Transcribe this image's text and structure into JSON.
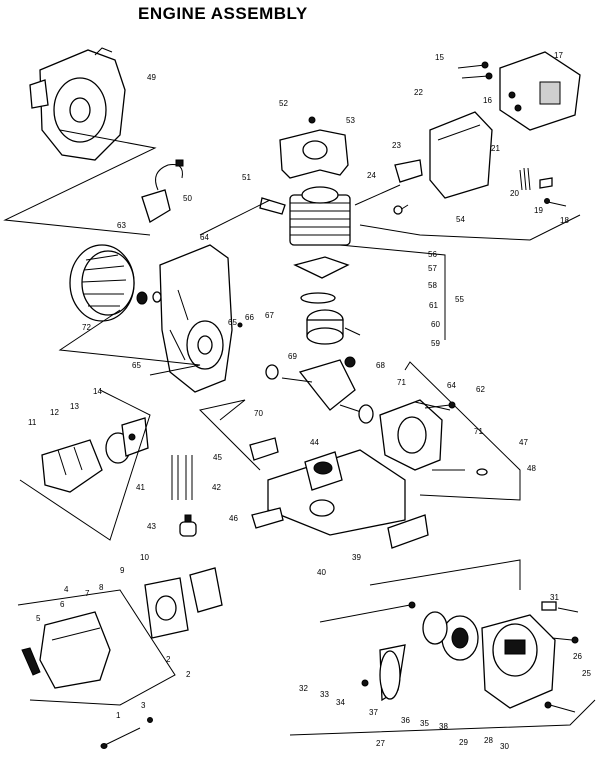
{
  "title": "ENGINE ASSEMBLY",
  "callouts": [
    "1",
    "2",
    "2",
    "3",
    "4",
    "5",
    "6",
    "7",
    "8",
    "9",
    "10",
    "11",
    "12",
    "13",
    "14",
    "15",
    "16",
    "17",
    "18",
    "19",
    "20",
    "21",
    "22",
    "23",
    "24",
    "25",
    "26",
    "27",
    "28",
    "29",
    "30",
    "31",
    "32",
    "33",
    "34",
    "35",
    "36",
    "37",
    "38",
    "39",
    "40",
    "41",
    "42",
    "43",
    "44",
    "45",
    "46",
    "47",
    "48",
    "49",
    "50",
    "51",
    "52",
    "53",
    "54",
    "55",
    "56",
    "57",
    "58",
    "59",
    "60",
    "61",
    "62",
    "63",
    "64",
    "64",
    "65",
    "65",
    "66",
    "67",
    "68",
    "69",
    "70",
    "71",
    "71",
    "72"
  ]
}
